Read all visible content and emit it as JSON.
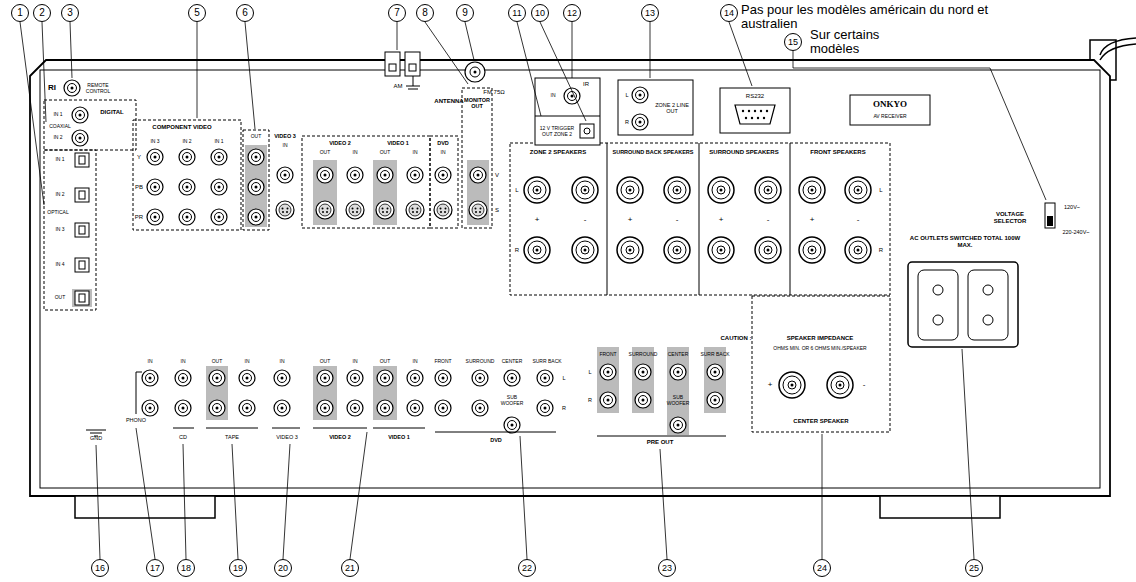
{
  "diagram": {
    "labels": [
      "1",
      "2",
      "3",
      "5",
      "6",
      "7",
      "8",
      "9",
      "11",
      "10",
      "12",
      "13",
      "14",
      "15",
      "16",
      "17",
      "18",
      "19",
      "20",
      "21",
      "22",
      "23",
      "24",
      "25",
      "Pas pour les modèles américain du nord et australien",
      "Sur certains modèles",
      "RI",
      "REMOTE CONTROL",
      "DIGITAL",
      "IN 1",
      "IN 2",
      "COAXIAL",
      "IN 1",
      "IN 2",
      "OPTICAL",
      "IN 3",
      "IN 4",
      "OUT",
      "COMPONENT VIDEO",
      "IN 3",
      "IN 2",
      "IN 1",
      "Y",
      "PB",
      "PR",
      "OUT",
      "VIDEO 3",
      "IN",
      "AM",
      "FM 75Ω",
      "ANTENNA",
      "IR",
      "IN",
      "12 V TRIGGER OUT ZONE 2",
      "ZONE 2 LINE OUT",
      "L",
      "R",
      "RS232",
      "ONKYO",
      "AV RECEIVER",
      "VOLTAGE SELECTOR",
      "120V~",
      "220-240V~",
      "AC OUTLETS SWITCHED TOTAL 100W MAX.",
      "VIDEO 2",
      "VIDEO 1",
      "OUT",
      "IN",
      "OUT",
      "IN",
      "DVD",
      "IN",
      "MONITOR OUT",
      "V",
      "S",
      "ZONE 2 SPEAKERS",
      "SURROUND BACK SPEAKERS",
      "SURROUND SPEAKERS",
      "FRONT SPEAKERS",
      "L",
      "R",
      "L",
      "R",
      "+",
      "-",
      "+",
      "-",
      "+",
      "-",
      "+",
      "-",
      "CAUTION :",
      "SPEAKER IMPEDANCE",
      "OHMS MIN. OR 6 OHMS MIN./SPEAKER",
      "+",
      "-",
      "CENTER SPEAKER",
      "IN",
      "IN",
      "OUT",
      "IN",
      "IN",
      "PHONO",
      "CD",
      "TAPE",
      "VIDEO 3",
      "OUT",
      "IN",
      "OUT",
      "IN",
      "VIDEO 2",
      "VIDEO 1",
      "FRONT",
      "SURROUND",
      "CENTER",
      "SURR BACK",
      "SUB WOOFER",
      "L",
      "R",
      "DVD",
      "FRONT",
      "SURROUND",
      "CENTER",
      "SURR BACK",
      "SUB WOOFER",
      "L",
      "R",
      "PRE OUT",
      "GND"
    ]
  }
}
